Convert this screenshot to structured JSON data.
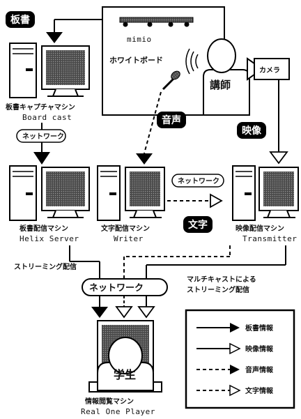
{
  "tags": {
    "board": "板書",
    "audio": "音声",
    "video": "映像",
    "text": "文字"
  },
  "whiteboard": {
    "brand": "mimio",
    "label": "ホワイトボード"
  },
  "lecturer": "講師",
  "camera": "カメラ",
  "student": "学生",
  "machines": {
    "capture": {
      "name": "板書キャプチャマシン",
      "software": "Board cast"
    },
    "board_dist": {
      "name": "板書配信マシン",
      "software": "Helix Server"
    },
    "text_dist": {
      "name": "文字配信マシン",
      "software": "Writer"
    },
    "video_dist": {
      "name": "映像配信マシン",
      "software": "Transmitter"
    },
    "viewer": {
      "name": "情報閲覧マシン",
      "software": "Real One Player"
    }
  },
  "network": {
    "small": "ネットワーク",
    "main": "ネットワーク"
  },
  "notes": {
    "streaming": "ストリーミング配信",
    "multicast_line1": "マルチキャストによる",
    "multicast_line2": "ストリーミング配信"
  },
  "legend": {
    "board": "板書情報",
    "video": "映像情報",
    "audio": "音声情報",
    "text": "文字情報"
  }
}
